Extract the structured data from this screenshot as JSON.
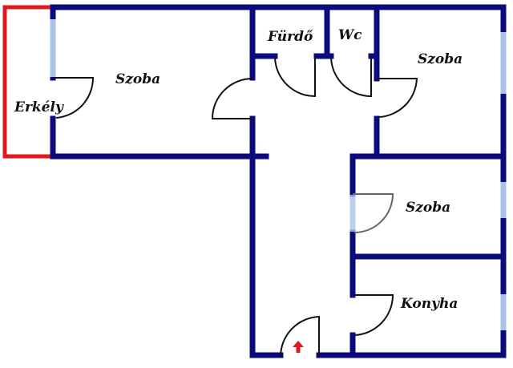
{
  "rooms": {
    "balcony": "Erkély",
    "room_left": "Szoba",
    "bathroom": "Fürdő",
    "wc": "Wc",
    "room_top_right": "Szoba",
    "room_middle_right": "Szoba",
    "kitchen": "Konyha"
  },
  "colors": {
    "wall": "#0b0b7e",
    "window": "#a9c4e8",
    "balcony": "#e0191f",
    "entrance_arrow": "#e0191f"
  },
  "entrance_icon": "arrow-up-icon"
}
